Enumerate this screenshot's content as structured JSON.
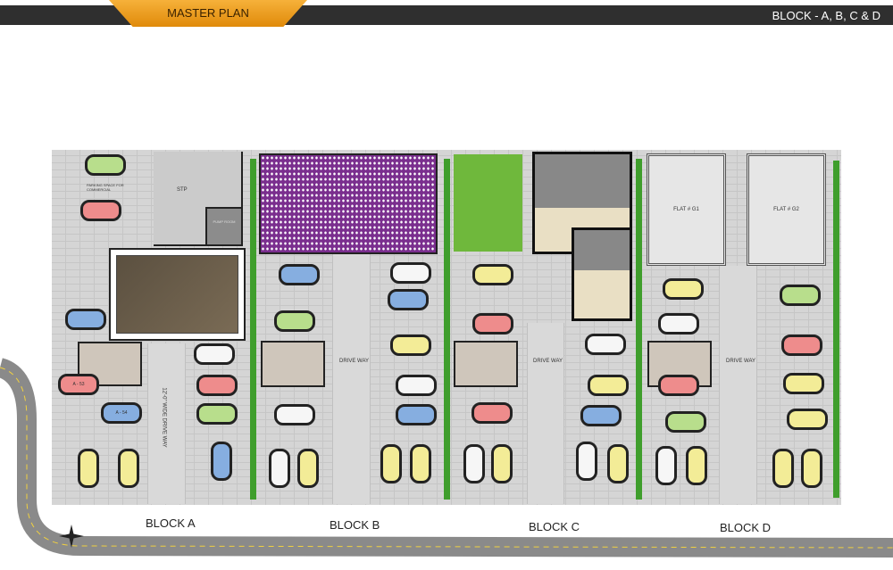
{
  "header": {
    "title": "MASTER PLAN",
    "subtitle": "BLOCK - A, B, C & D"
  },
  "labels": {
    "stp": "STP",
    "pump_room": "PUMP ROOM",
    "parking_commercial": "PARKING SPACE FOR COMMERCIAL",
    "wide_drive": "12'-0\" WIDE DRIVE WAY",
    "drive_way": "DRIVE WAY",
    "flat_g1": "FLAT # G1",
    "flat_g2": "FLAT # G2"
  },
  "cars": {
    "a53": "A - 53",
    "a54": "A - 54"
  },
  "blocks": [
    "BLOCK A",
    "BLOCK B",
    "BLOCK C",
    "BLOCK D"
  ],
  "colors": {
    "header_bar": "#2f2f2f",
    "ribbon": "#f0a020",
    "lawn": "#3f9e2c",
    "road": "#8a8a8a",
    "theatre": "#7a2e8e"
  }
}
